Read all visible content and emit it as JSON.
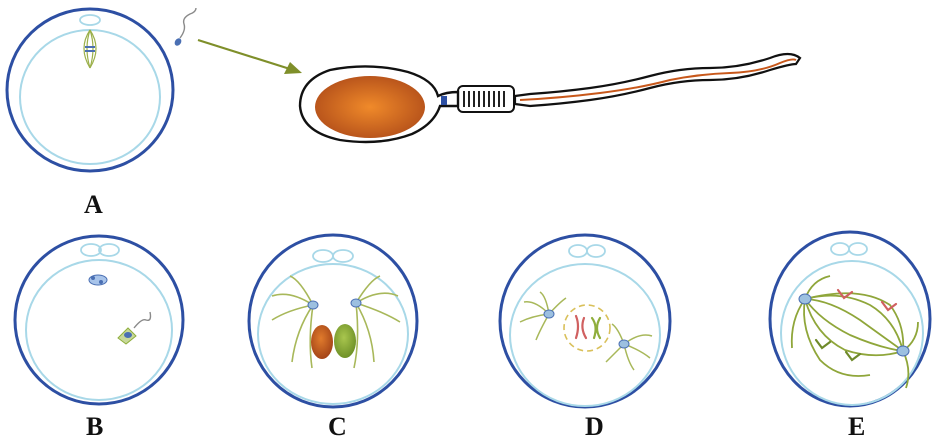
{
  "panels": [
    {
      "id": "A",
      "label": "A"
    },
    {
      "id": "B",
      "label": "B"
    },
    {
      "id": "C",
      "label": "C"
    },
    {
      "id": "D",
      "label": "D"
    },
    {
      "id": "E",
      "label": "E"
    }
  ],
  "colors": {
    "zona_outline": "#2d4fa3",
    "membrane": "#a8d8e8",
    "spindle": "#9bb04a",
    "sperm_head": "#c8581b",
    "pronucleus_green": "#8fae3c",
    "chromosome_red": "#d06060",
    "arrow": "#7f8f2a",
    "label_text": "#111111"
  }
}
